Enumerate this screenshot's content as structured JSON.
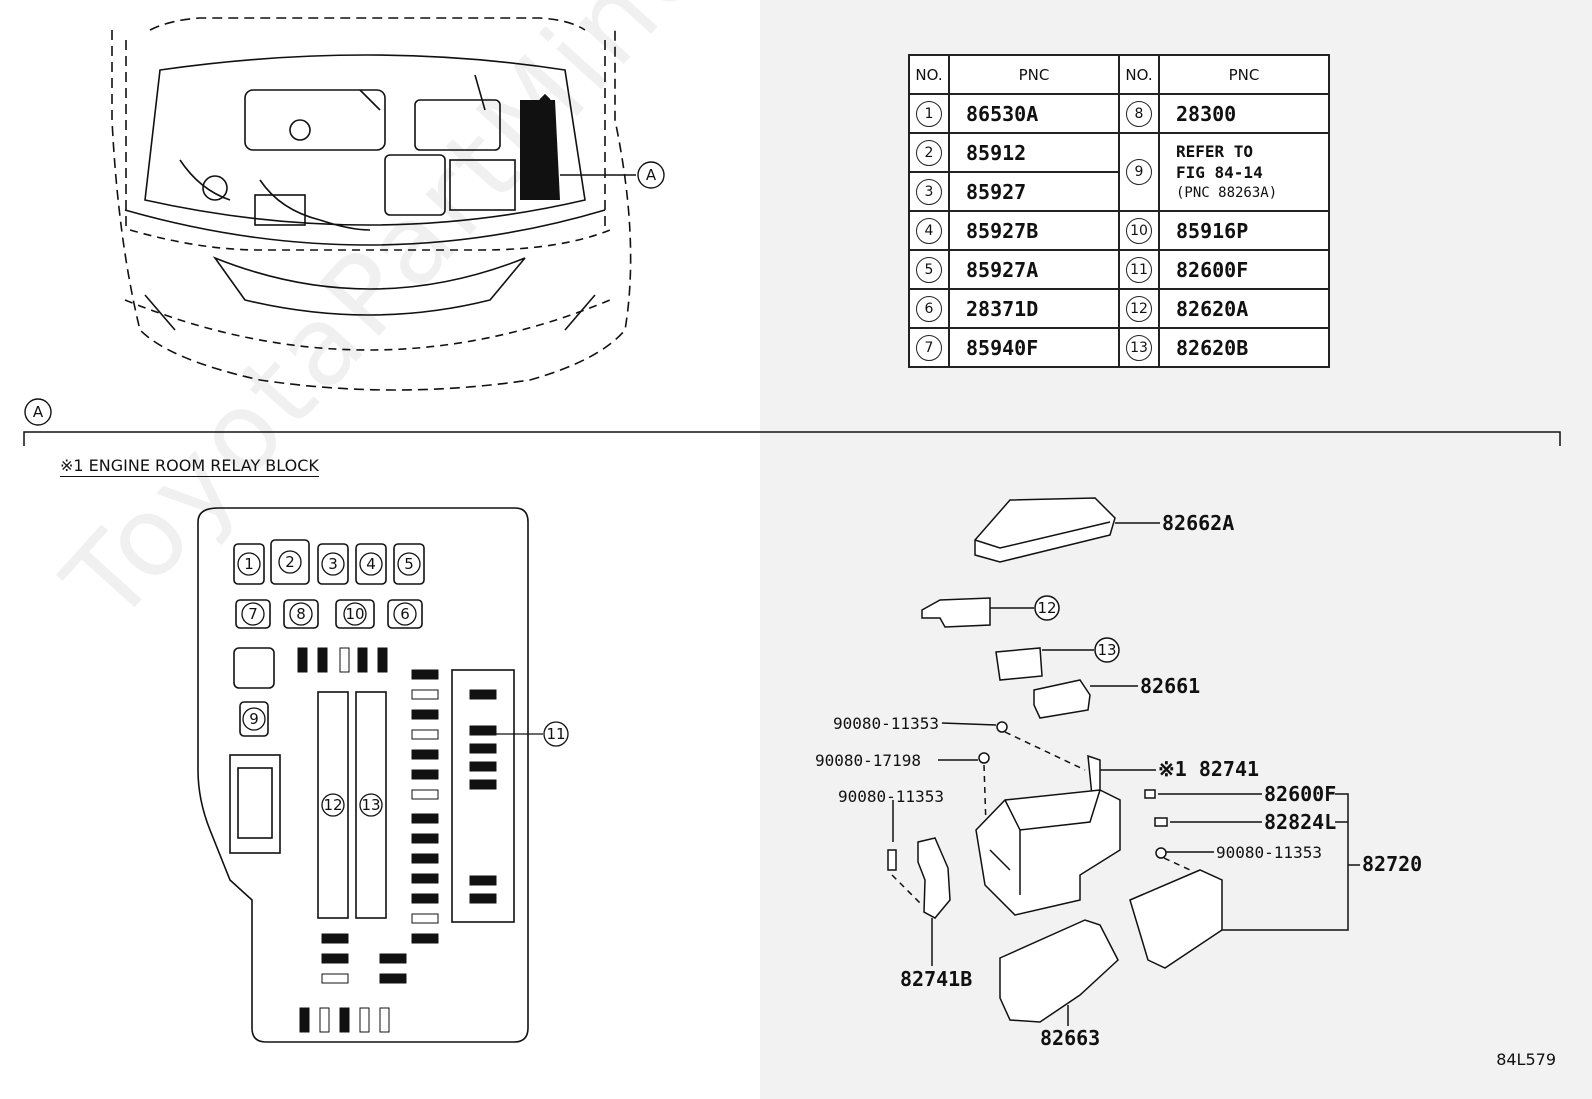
{
  "table": {
    "headers": [
      "NO.",
      "PNC",
      "NO.",
      "PNC"
    ],
    "left": [
      {
        "no": "1",
        "pnc": "86530A"
      },
      {
        "no": "2",
        "pnc": "85912"
      },
      {
        "no": "3",
        "pnc": "85927"
      },
      {
        "no": "4",
        "pnc": "85927B"
      },
      {
        "no": "5",
        "pnc": "85927A"
      },
      {
        "no": "6",
        "pnc": "28371D"
      },
      {
        "no": "7",
        "pnc": "85940F"
      }
    ],
    "right": [
      {
        "no": "8",
        "pnc": "28300"
      },
      {
        "no": "9",
        "pnc_line1": "REFER TO",
        "pnc_line2": "FIG 84-14",
        "pnc_line3": "(PNC 88263A)"
      },
      {
        "no": "10",
        "pnc": "85916P"
      },
      {
        "no": "11",
        "pnc": "82600F"
      },
      {
        "no": "12",
        "pnc": "82620A"
      },
      {
        "no": "13",
        "pnc": "82620B"
      }
    ]
  },
  "detail_marker": "A",
  "relay_block_title": "※1 ENGINE ROOM RELAY BLOCK",
  "relay_block_callouts": [
    "1",
    "2",
    "3",
    "4",
    "5",
    "7",
    "8",
    "10",
    "6",
    "9",
    "11",
    "12",
    "13"
  ],
  "parts": {
    "p82662A": "82662A",
    "p82661": "82661",
    "p90080_11353_a": "90080-11353",
    "p90080_17198": "90080-17198",
    "p82741": "※1 82741",
    "p90080_11353_b": "90080-11353",
    "p82600F": "82600F",
    "p82824L": "82824L",
    "p90080_11353_c": "90080-11353",
    "p82720": "82720",
    "p82741B": "82741B",
    "p82663": "82663",
    "c12": "12",
    "c13": "13"
  },
  "figure_code": "84L579",
  "watermark": "ToyotaPartMine.ru"
}
